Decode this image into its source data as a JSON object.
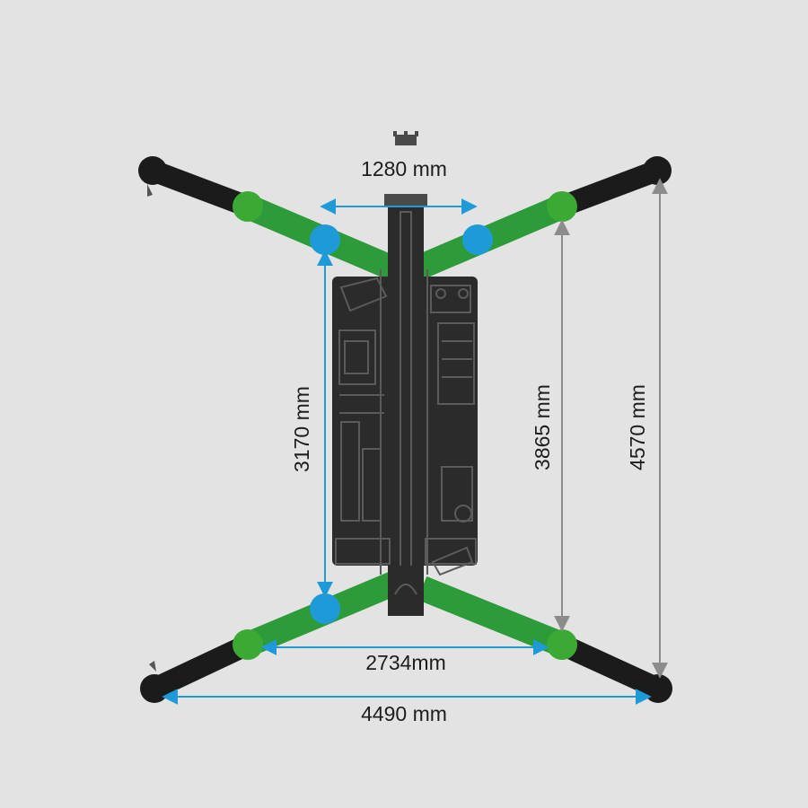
{
  "diagram": {
    "colors": {
      "background": "#e3e3e3",
      "body": "#2b2b2b",
      "body_detail": "#5b5b5b",
      "outrigger_black": "#1b1b1b",
      "outrigger_green": "#2e9b3a",
      "joint_green": "#3aaa35",
      "joint_blue": "#1f9ad8",
      "dimension_blue": "#1f9ad8",
      "dimension_grey": "#8c8c8c",
      "text": "#1d1d1b"
    },
    "dimensions": {
      "top_width": "1280 mm",
      "inner_length": "3170 mm",
      "mid_length": "3865 mm",
      "outer_length": "4570 mm",
      "lower_width": "2734mm",
      "outer_width": "4490 mm"
    }
  }
}
